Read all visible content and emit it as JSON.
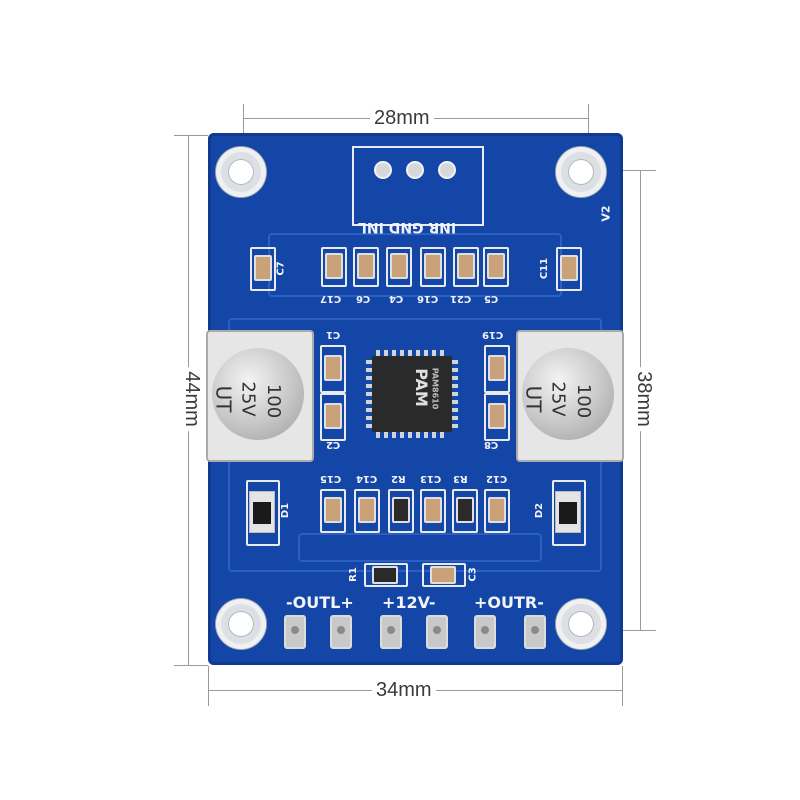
{
  "dimensions": {
    "top_width": "28mm",
    "bottom_width": "34mm",
    "left_height": "44mm",
    "right_height": "38mm"
  },
  "board": {
    "header_labels": "INR GND INL",
    "terminal_labels": [
      "-OUTL+",
      "+12V-",
      "+OUTR-"
    ],
    "chip_brand": "PAM",
    "chip_text": "PAM8610",
    "component_labels": {
      "top_caps": [
        "C17",
        "C6",
        "C4",
        "C16",
        "C21",
        "C5"
      ],
      "side_left": [
        "C7"
      ],
      "side_right": [
        "C11"
      ],
      "mid_left": [
        "C1",
        "C2"
      ],
      "mid_right": [
        "C19",
        "C8"
      ],
      "bottom_row": [
        "C15",
        "C14",
        "R2",
        "C13",
        "R3",
        "C12"
      ],
      "diodes": [
        "D1",
        "D2"
      ],
      "bottom_small": [
        "R1",
        "C3"
      ],
      "corner": "V2"
    },
    "electrolytic_caps": [
      {
        "value": "100",
        "voltage": "25V",
        "series": "UT"
      },
      {
        "value": "100",
        "voltage": "25V",
        "series": "UT"
      }
    ]
  }
}
